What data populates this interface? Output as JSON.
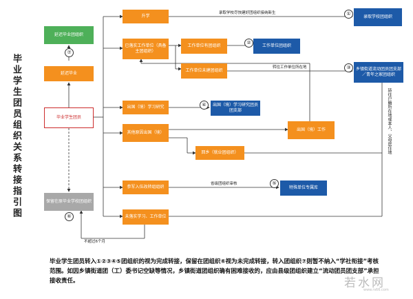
{
  "title": "毕业学生团员组织关系转接指引图",
  "nodes": {
    "enroll": "升学",
    "employed": "已落实工作单位（具备主团组织）",
    "work_unit_org": "工作单位有团组织",
    "work_unit_no_org": "工作单位未建团组织",
    "abroad_study": "出国（境）学习研究",
    "other_abroad": "其他原因出国（境）",
    "military": "参军入伍改转组组织",
    "unemployed": "未落实学习、工作单位",
    "graduate": "毕业学生团员",
    "kept_at_school": "保留在原毕业学校团组织",
    "retain": "延迟毕业",
    "retain_org": "延迟毕业团组织",
    "return_home": "回乡（就业团组织）",
    "abroad_work": "出国（境）工作",
    "t_school": "录取学校团组织",
    "t_work_unit": "工作单位团组织",
    "t_street": "乡镇街道流动团员团支部／青年之家团组织",
    "t_abroad": "出国（境）学习研究团员团支部",
    "t_special": "特殊单位专属库"
  },
  "edge_labels": {
    "e1": "录取学校尽快建好团组织接纳新生",
    "e3": "转往工作单位所在地",
    "e5": "省级团组织审核",
    "e6": "不超过6个月"
  },
  "side_note": "转往户籍所在地或本人、父母居住地",
  "marks": [
    "①",
    "②",
    "③",
    "④",
    "⑤",
    "⑥",
    "⑦"
  ],
  "footnote": "毕业学生团员转入①②③④⑤团组织的视为完成转接，保留在团组织⑥视为未完成转接，转入团组织⑦则暂不纳入“学社衔接”考核范围。如因乡镇街道团（工）委书记空缺等情况，乡镇街道团组织确有困难接收的，应由县级团组织建立“流动团员团支部”承担接收责任。",
  "watermark": "若水网",
  "watermark_sub": "www.rs66.com",
  "colors": {
    "orange": "#f4901e",
    "green": "#4eb059",
    "blue": "#1d5aa8",
    "gray": "#a8a8a8",
    "red": "#cc2a2a"
  }
}
